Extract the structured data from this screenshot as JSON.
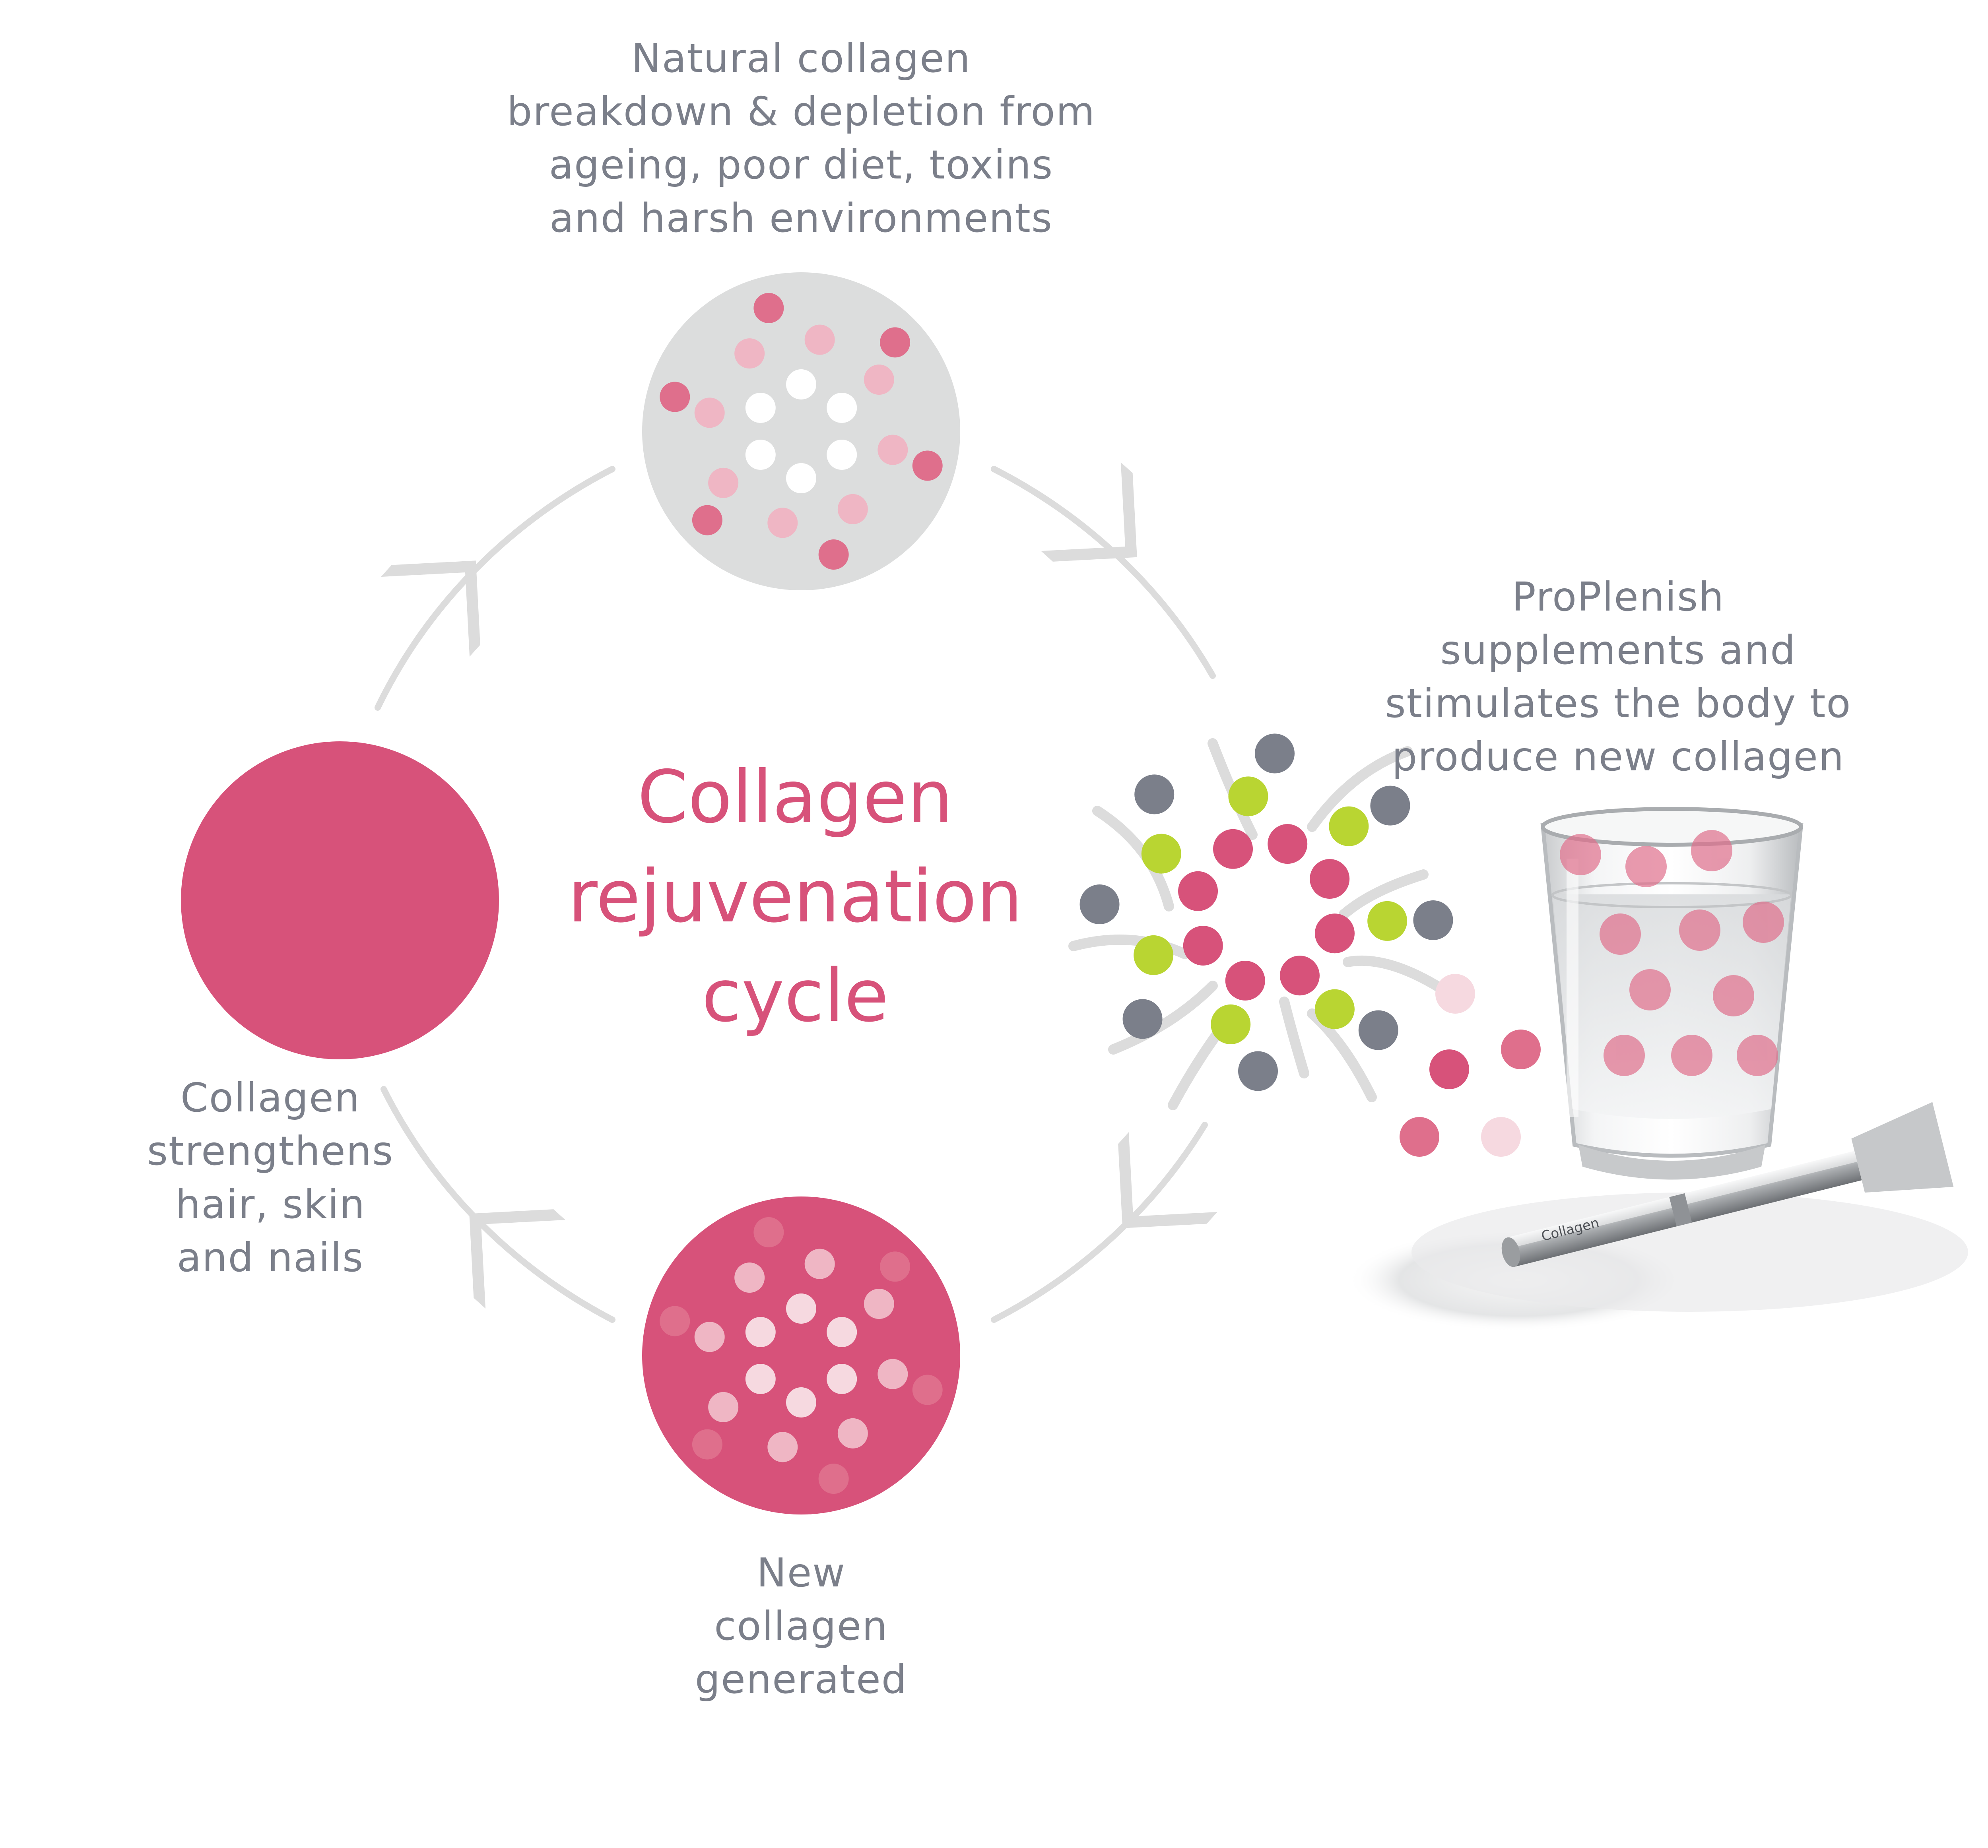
{
  "top_label": [
    "Natural collagen",
    "breakdown & depletion from",
    "ageing, poor diet, toxins",
    "and harsh environments"
  ],
  "right_label": [
    "ProPlenish",
    "supplements and",
    "stimulates the body to",
    "produce new collagen"
  ],
  "bottom_label": [
    "New",
    "collagen",
    "generated"
  ],
  "left_label": [
    "Collagen",
    "strengthens",
    "hair, skin",
    "and nails"
  ],
  "center_title": [
    "Collagen",
    "rejuvenation",
    "cycle"
  ],
  "sachet_label": "Collagen",
  "colors": {
    "brand_pink": "#d7527a",
    "dot_pink_dark": "#df6f8c",
    "dot_pink_light": "#efb6c4",
    "dot_pale": "#f6d9e0",
    "lime": "#b9d532",
    "slate": "#7b7f8a",
    "label_grey": "#7b7f8a",
    "arc_grey": "#dcdcdc",
    "top_disc_grey": "#dcdddd"
  },
  "icons": [
    "collagen-molecule-icon",
    "glass-of-water-icon",
    "powder-sachet-icon",
    "cycle-arrow-icon"
  ]
}
